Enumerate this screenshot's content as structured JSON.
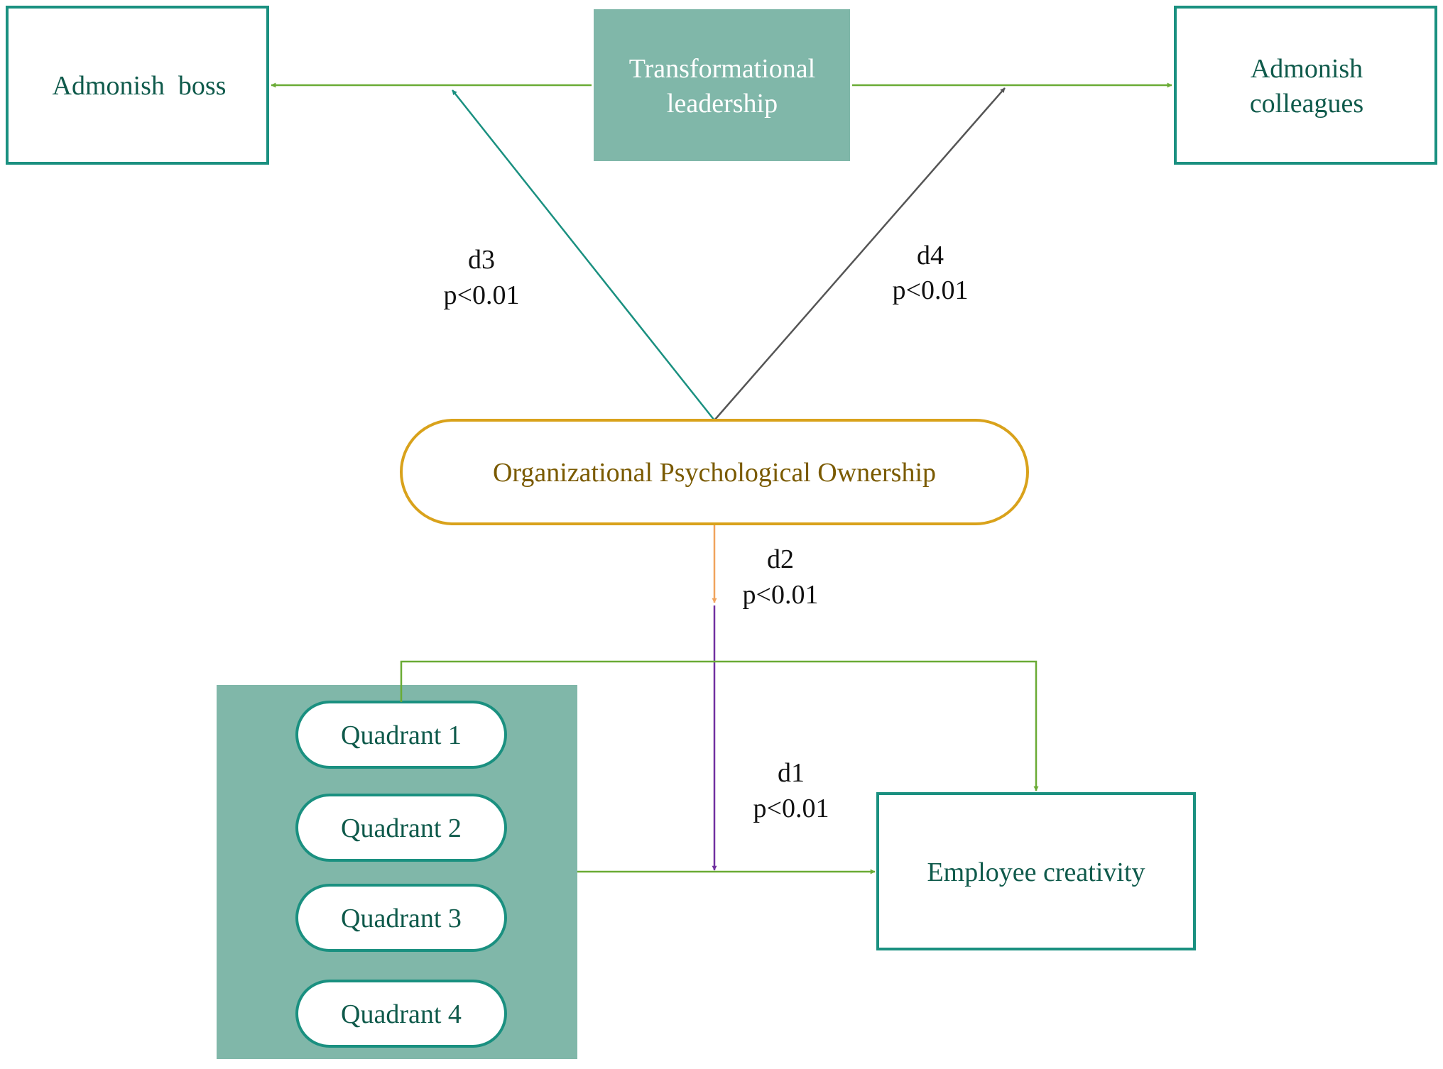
{
  "colors": {
    "teal_border": "#1a9080",
    "teal_fill": "#80b7a9",
    "green_arrow": "#6aab35",
    "teal_arrow": "#1a9080",
    "gray_arrow": "#555555",
    "gold_border": "#d9a21b",
    "orange_arrow": "#f0a35c",
    "purple_arrow": "#7030a0"
  },
  "nodes": {
    "admonish_boss": "Admonish  boss",
    "transformational_line1": "Transformational",
    "transformational_line2": "leadership",
    "admonish_colleagues_line1": "Admonish",
    "admonish_colleagues_line2": "colleagues",
    "ownership": "Organizational Psychological Ownership",
    "employee_creativity": "Employee creativity",
    "quadrants": [
      "Quadrant 1",
      "Quadrant 2",
      "Quadrant 3",
      "Quadrant 4"
    ]
  },
  "paths": {
    "d1": {
      "label": "d1",
      "p": "p<0.01"
    },
    "d2": {
      "label": "d2",
      "p": "p<0.01"
    },
    "d3": {
      "label": "d3",
      "p": "p<0.01"
    },
    "d4": {
      "label": "d4",
      "p": "p<0.01"
    }
  }
}
